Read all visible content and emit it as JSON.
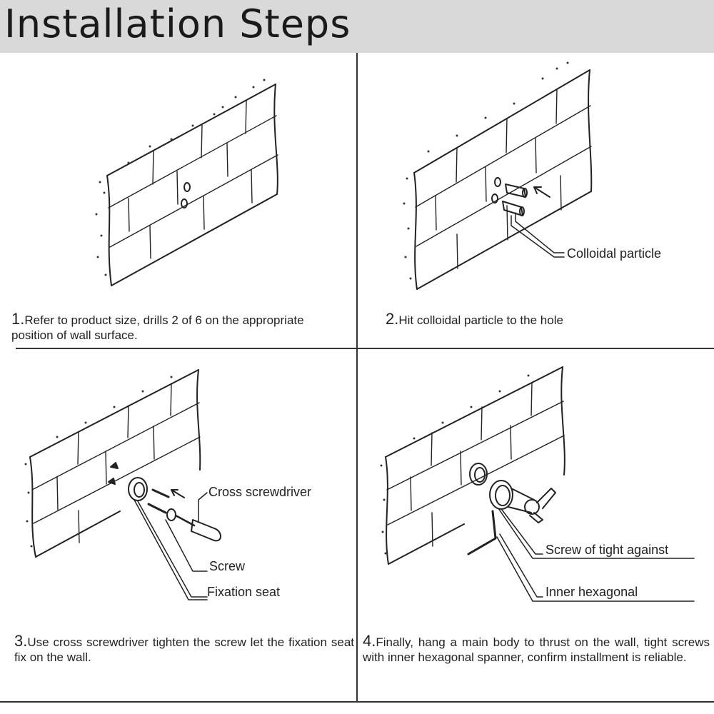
{
  "title": "Installation Steps",
  "steps": [
    {
      "num": "1.",
      "text": "Refer to product size, drills 2 of  6 on the appropriate position of wall surface."
    },
    {
      "num": "2.",
      "text": "Hit colloidal particle to the hole"
    },
    {
      "num": "3.",
      "text": "Use cross screwdriver tighten the screw let the fixation seat fix on the wall."
    },
    {
      "num": "4.",
      "text": "Finally, hang a main body to thrust on the wall, tight screws with inner hexagonal spanner, confirm installment is reliable."
    }
  ],
  "labels": {
    "colloidal_particle": "Colloidal particle",
    "cross_screwdriver": "Cross screwdriver",
    "screw": "Screw",
    "fixation_seat": "Fixation seat",
    "screw_of_tight_against": "Screw of tight against",
    "inner_hexagonal": "Inner hexagonal"
  }
}
